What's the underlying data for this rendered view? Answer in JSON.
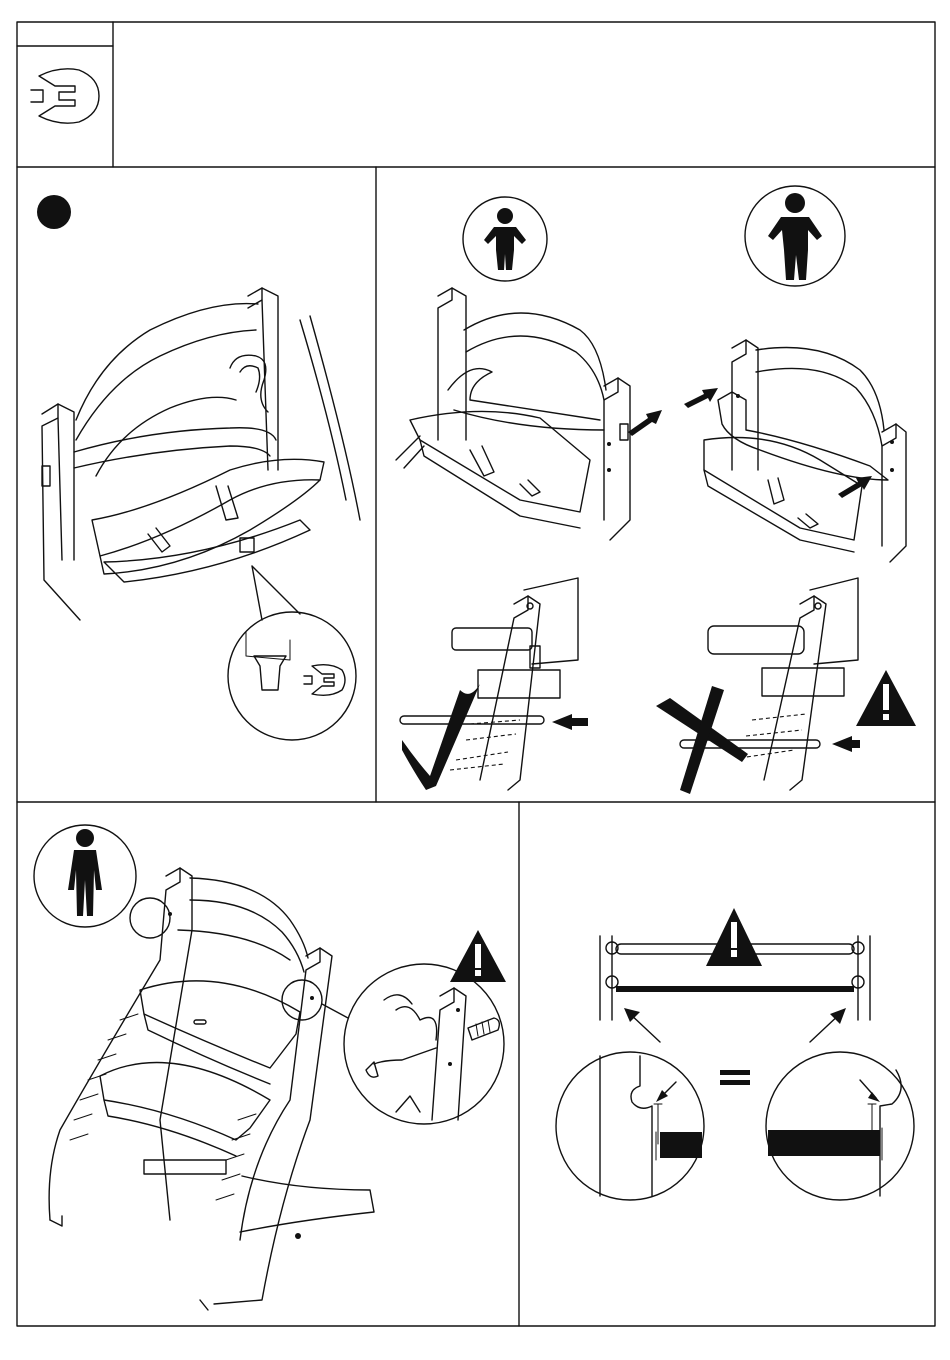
{
  "document": {
    "header": {
      "icon": "seat-insert-icon"
    },
    "panels": [
      {
        "id": "panel-1",
        "step_marker": "filled-circle",
        "icons": [
          "chair-with-baby-ring",
          "seat-insert-icon"
        ]
      },
      {
        "id": "panel-2",
        "icons": [
          "baby-icon",
          "toddler-icon",
          "check-mark-icon",
          "cross-mark-icon",
          "warning-icon"
        ]
      },
      {
        "id": "panel-3",
        "icons": [
          "adult-icon",
          "warning-icon",
          "bolt-icon"
        ]
      },
      {
        "id": "panel-4",
        "icons": [
          "warning-icon",
          "equals-icon"
        ]
      }
    ]
  },
  "colors": {
    "ink": "#111111",
    "paper": "#ffffff"
  }
}
